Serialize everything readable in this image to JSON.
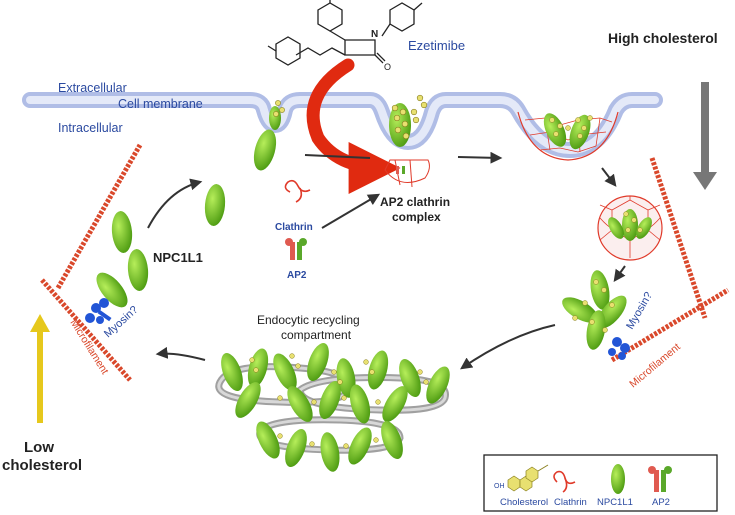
{
  "labels": {
    "extracellular": "Extracellular",
    "cell_membrane": "Cell membrane",
    "intracellular": "Intracellular",
    "ezetimibe": "Ezetimibe",
    "high_cholesterol": "High cholesterol",
    "low_cholesterol_1": "Low",
    "low_cholesterol_2": "cholesterol",
    "npc1l1": "NPC1L1",
    "clathrin": "Clathrin",
    "ap2": "AP2",
    "ap2_clathrin_complex_1": "AP2 clathrin",
    "ap2_clathrin_complex_2": "complex",
    "endocytic_1": "Endocytic recycling",
    "endocytic_2": "compartment",
    "myosin_left": "Myosin?",
    "myosin_right": "Myosin?",
    "microfilament_left": "Microfilament",
    "microfilament_right": "Microfilament"
  },
  "molecule_labels": {
    "n": "N",
    "o": "O",
    "oh": "OH"
  },
  "legend": {
    "items": [
      {
        "label": "Cholesterol",
        "icon": "cholesterol-icon"
      },
      {
        "label": "Clathrin",
        "icon": "clathrin-icon"
      },
      {
        "label": "NPC1L1",
        "icon": "npc1l1-icon"
      },
      {
        "label": "AP2",
        "icon": "ap2-icon"
      }
    ],
    "oh_label": "OH"
  },
  "colors": {
    "membrane": "#c9d3f0",
    "npc1l1": "#7cc520",
    "clathrin": "#e03a2a",
    "ap2_red": "#e05a50",
    "ap2_green": "#5aa82a",
    "myosin": "#2255d6",
    "microfilament": "#d9482b",
    "cholesterol": "#e8e070",
    "gray_arrow": "#777777",
    "yellow_arrow": "#e6c81c",
    "text_blue": "#2b4aa0"
  }
}
